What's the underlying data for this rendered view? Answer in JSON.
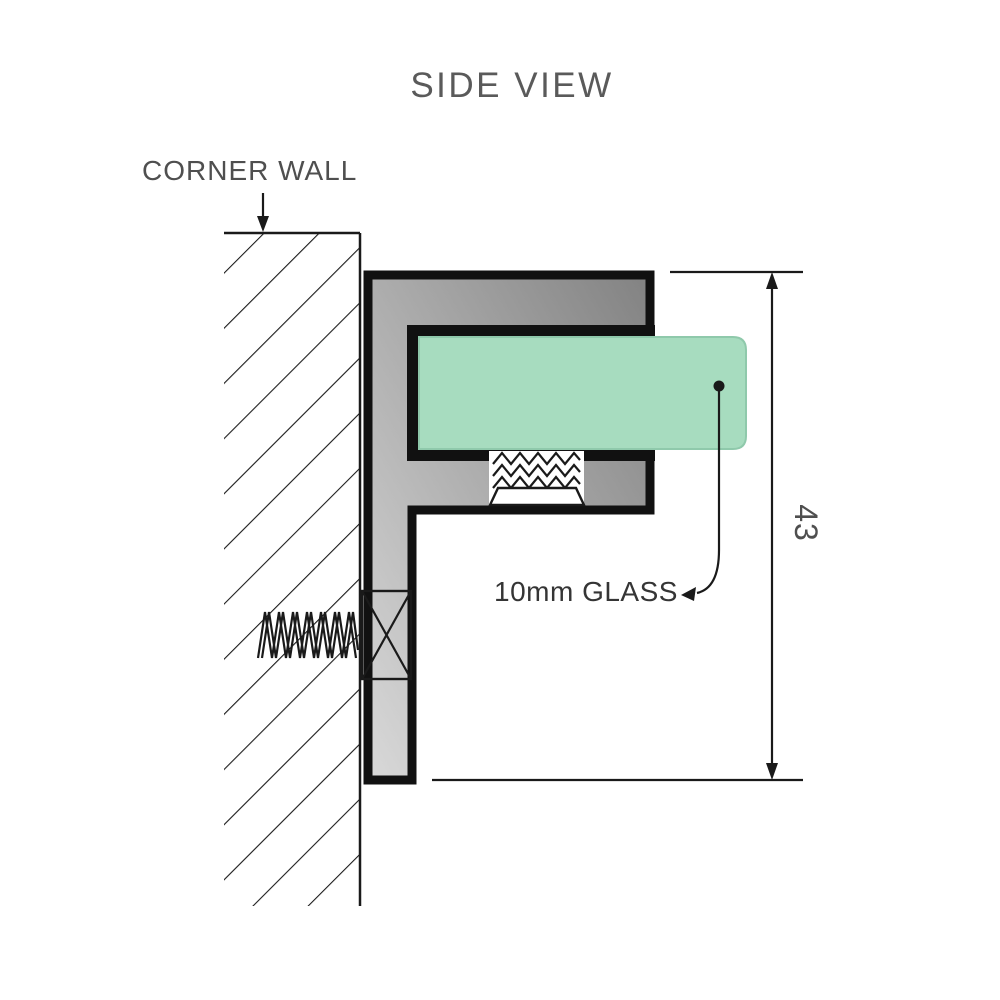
{
  "title": "SIDE VIEW",
  "wall": {
    "label": "CORNER WALL"
  },
  "glass": {
    "label": "10mm GLASS",
    "fill": "#a7dcbf",
    "stroke": "#8fc9ab"
  },
  "dimension": {
    "value": "43"
  },
  "bracket": {
    "fill_dark": "#828282",
    "fill_light": "#d9d9d9"
  },
  "colors": {
    "line": "#1a1a1a",
    "label": "#4f4f4f"
  }
}
